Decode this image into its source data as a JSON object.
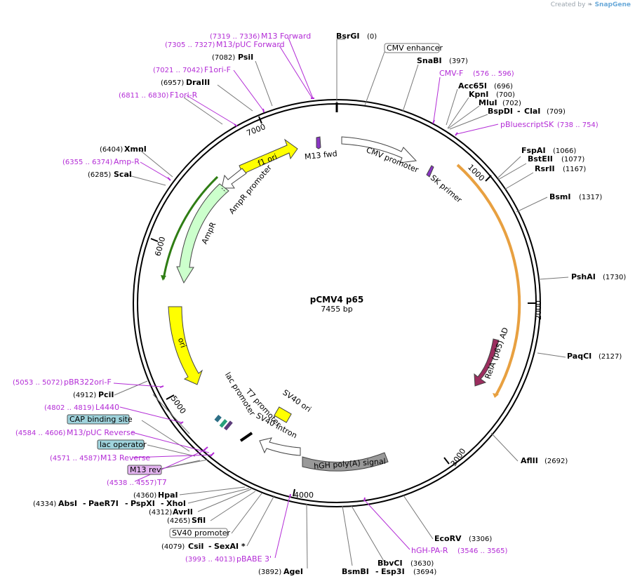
{
  "credit": {
    "prefix": "Created by",
    "brand": "SnapGene"
  },
  "plasmid": {
    "name": "pCMV4 p65",
    "length": "7455 bp"
  },
  "ticks": [
    "1000",
    "2000",
    "3000",
    "4000",
    "5000",
    "6000",
    "7000"
  ],
  "features": {
    "f1_ori": "f1 ori",
    "ampr_promoter": "AmpR promoter",
    "ampr": "AmpR",
    "ori": "ori",
    "m13_fwd": "M13 fwd",
    "cmv_promoter_arrow": "CMV promoter",
    "sk_primer": "SK primer",
    "rela": "RelA (p65) AD",
    "hgh": "hGH poly(A) signal",
    "sv40_intron": "SV40 intron",
    "sv40_ori": "SV40 ori",
    "t7_promoter": "T7 promoter",
    "lac_promoter": "lac promoter"
  },
  "site_labels": {
    "bsrgi": "BsrGI",
    "bsrgi_pos": "(0)",
    "cmv_enhancer": "CMV enhancer",
    "snabi": "SnaBI",
    "snabi_pos": "(397)",
    "cmvf": "CMV-F",
    "cmvf_pos": "(576 .. 596)",
    "acc65i": "Acc65I",
    "acc65i_pos": "(696)",
    "kpni": "KpnI",
    "kpni_pos": "(700)",
    "mlui": "MluI",
    "mlui_pos": "(702)",
    "bspdi": "BspDI",
    "dash1": "- ",
    "clai": "ClaI",
    "clai_pos": "(709)",
    "pbluescript": "pBluescriptSK",
    "pbluescript_pos": "(738 .. 754)",
    "fspai": "FspAI",
    "fspai_pos": "(1066)",
    "bsteii": "BstEII",
    "bsteii_pos": "(1077)",
    "rsrii": "RsrII",
    "rsrii_pos": "(1167)",
    "bsmi": "BsmI",
    "bsmi_pos": "(1317)",
    "pshai": "PshAI",
    "pshai_pos": "(1730)",
    "paqci": "PaqCI",
    "paqci_pos": "(2127)",
    "aflii": "AflII",
    "aflii_pos": "(2692)",
    "ecorv": "EcoRV",
    "ecorv_pos": "(3306)",
    "hghpar": "hGH-PA-R",
    "hghpar_pos": "(3546 .. 3565)",
    "bbvci": "BbvCI",
    "bbvci_pos": "(3630)",
    "bsmbi": "BsmBI",
    "dash2": "- ",
    "esp3i": "Esp3I",
    "esp3i_pos": "(3694)",
    "agei_pos": "(3892)",
    "agei": "AgeI",
    "pbabe_pos": "(3993 .. 4013)",
    "pbabe": "pBABE 3'",
    "csii_pos": "(4079)",
    "csii": "CsiI",
    "dash3": "- ",
    "sexai": "SexAI *",
    "sv40_promoter": "SV40 promoter",
    "sfii_pos": "(4265)",
    "sfii": "SfiI",
    "avrii_pos": "(4312)",
    "avrii": "AvrII",
    "absi_pos": "(4334)",
    "absi": "AbsI",
    "dash4": "- ",
    "paer7i": "PaeR7I",
    "dash5": "- ",
    "pspxi": "PspXI",
    "dash6": "- ",
    "xhoi": "XhoI",
    "hpai_pos": "(4360)",
    "hpai": "HpaI",
    "t7_pos": "(4538 .. 4557)",
    "t7": "T7",
    "m13rev": "M13 rev",
    "m13reverse_pos": "(4571 .. 4587)",
    "m13reverse": "M13 Reverse",
    "lac_operator": "lac operator",
    "m13puc_rev_pos": "(4584 .. 4606)",
    "m13puc_rev": "M13/pUC Reverse",
    "cap": "CAP binding site",
    "l4440_pos": "(4802 .. 4819)",
    "l4440": "L4440",
    "pcii_pos": "(4912)",
    "pcii": "PciI",
    "pbr322_pos": "(5053 .. 5072)",
    "pbr322": "pBR322ori-F",
    "scai_pos": "(6285)",
    "scai": "ScaI",
    "ampr_primer_pos": "(6355 .. 6374)",
    "ampr_primer": "Amp-R",
    "xmni_pos": "(6404)",
    "xmni": "XmnI",
    "f1orir_pos": "(6811 .. 6830)",
    "f1orir": "F1ori-R",
    "draiii_pos": "(6957)",
    "draiii": "DraIII",
    "f1orif_pos": "(7021 .. 7042)",
    "f1orif": "F1ori-F",
    "psii_pos": "(7082)",
    "psii": "PsiI",
    "m13puc_fwd_pos": "(7305 .. 7327)",
    "m13puc_fwd": "M13/pUC Forward",
    "m13fwd_pos": "(7319 .. 7336)",
    "m13fwd": "M13 Forward"
  },
  "colors": {
    "backbone": "#000000",
    "primer": "#b32cd6",
    "f1_ori": "#ffff00",
    "ori": "#ffff00",
    "ampr": "#ccffcc",
    "ampr_track": "#2f7d14",
    "rela": "#9b2d5e",
    "rela_track": "#e8a040",
    "hgh": "#999999",
    "sv40_ori": "#ffff00",
    "m13_fwd": "#8a35c4",
    "lac_operator_box": "#9fd3dc",
    "cap_box": "#9fd3dc",
    "m13rev_box": "#e3b3f0"
  }
}
